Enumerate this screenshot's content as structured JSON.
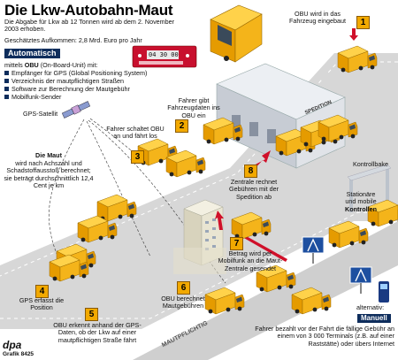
{
  "title": "Die Lkw-Autobahn-Maut",
  "subtitle": "Die Abgabe für Lkw ab 12 Tonnen wird ab dem 2. November 2003 erhoben.",
  "estimate": "Geschätztes Aufkommen: 2,8 Mrd. Euro pro Jahr",
  "automatic": {
    "label": "Automatisch",
    "intro_prefix": "mittels ",
    "intro_strong": "OBU",
    "intro_suffix": " (On-Board-Unit) mit:",
    "items": [
      "Empfänger für GPS (Global Positioning System)",
      "Verzeichnis der mautpflichtigen Straßen",
      "Software zur Berechnung der Mautgebühr",
      "Mobilfunk-Sender"
    ]
  },
  "satellite": "GPS-Satellit",
  "obu_install": "OBU wird in das Fahrzeug eingebaut",
  "obu_display": "04 30 00",
  "building_sign": "SPEDITION",
  "steps": [
    {
      "n": "1",
      "text": "OBU wird in das Fahrzeug eingebaut"
    },
    {
      "n": "2",
      "text": "Fahrer gibt Fahrzeugdaten ins OBU ein"
    },
    {
      "n": "3",
      "text": "Fahrer schaltet OBU an und fährt los"
    },
    {
      "n": "4",
      "text": "GPS erfasst die Position"
    },
    {
      "n": "5",
      "text": "OBU erkennt anhand der GPS-Daten, ob der Lkw auf einer mautpflichtigen Straße fährt"
    },
    {
      "n": "6",
      "text": "OBU berechnet Mautgebühren"
    },
    {
      "n": "7",
      "text": "Betrag wird per Mobilfunk an die Maut-Zentrale gesendet"
    },
    {
      "n": "8",
      "text": "Zentrale rechnet Gebühren mit der Spedition ab"
    }
  ],
  "maut_info": {
    "head": "Die Maut",
    "text": "wird nach Achszahl und Schadstoffausstoß berechnet; sie beträgt durchschnittlich 12,4 Cent je km"
  },
  "kontrollbake": "Kontrollbake",
  "controls": {
    "line1": "Stationäre",
    "line2": "und mobile",
    "strong": "Kontrollen"
  },
  "road_label": "MAUTPFLICHTIG",
  "alternative": "alternativ:",
  "manual": {
    "label": "Manuell",
    "text": "Fahrer bezahlt vor der Fahrt die fällige Gebühr an einem von 3 000 Terminals (z.B. auf einer Raststätte) oder übers Internet"
  },
  "credit": {
    "agency": "dpa",
    "graphic": "Grafik 8425"
  },
  "colors": {
    "truck": "#f2a900",
    "road": "#dcdcdc",
    "accent": "#0e2d5c",
    "arrow": "#d0102a"
  }
}
